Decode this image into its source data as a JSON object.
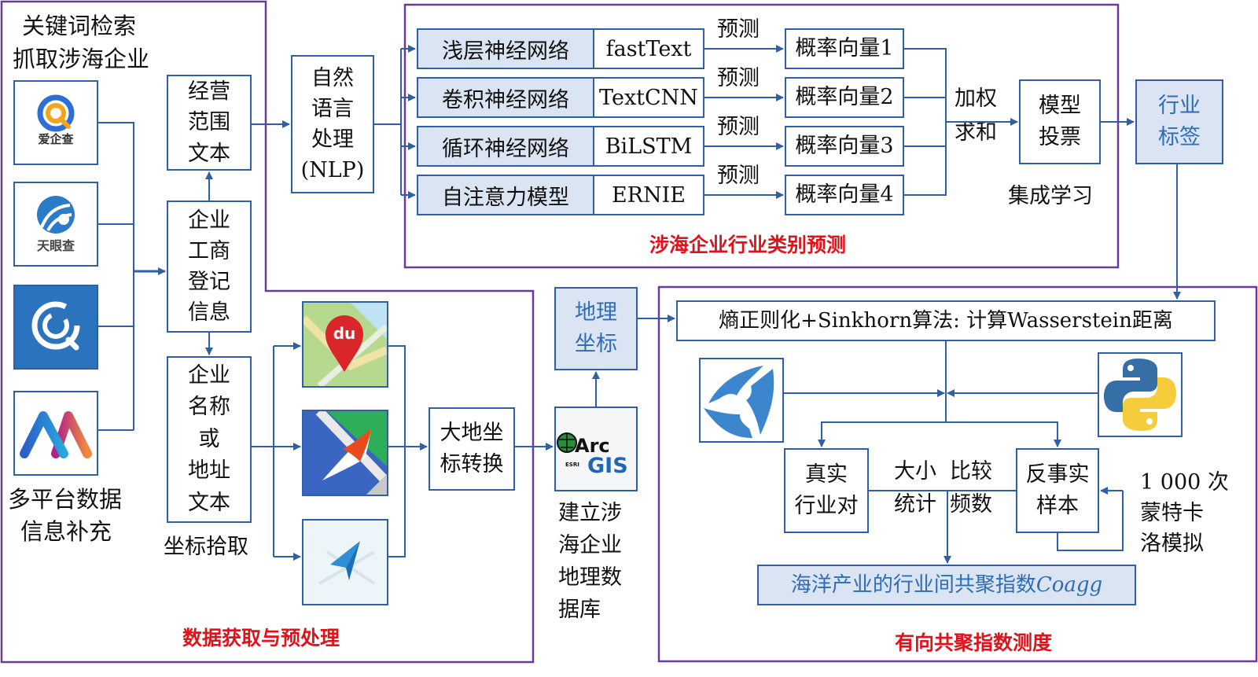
{
  "panels": {
    "data_acquisition": {
      "title": "数据获取与预处理",
      "keyword_search_line1": "关键词检索",
      "keyword_search_line2": "抓取涉海企业",
      "multi_platform_line1": "多平台数据",
      "multi_platform_line2": "信息补充",
      "platforms": [
        {
          "name": "爱企查",
          "icon": "aiqicha-logo-icon"
        },
        {
          "name": "天眼查",
          "icon": "tianyancha-logo-icon"
        },
        {
          "name": "",
          "icon": "qichacha-logo-icon"
        },
        {
          "name": "",
          "icon": "m-platform-logo-icon"
        }
      ],
      "business_scope_text": "经营\n范围\n文本",
      "registration_info": "企业\n工商\n登记\n信息",
      "name_or_address_text": "企业\n名称\n或\n地址\n文本",
      "coordinate_pick_label": "坐标拾取",
      "map_services": [
        {
          "icon": "baidu-map-icon",
          "badge": "du"
        },
        {
          "icon": "amap-navigation-icon"
        },
        {
          "icon": "tencent-map-plane-icon"
        }
      ],
      "geodetic_conversion": "大地坐\n标转换"
    },
    "industry_prediction": {
      "title": "涉海企业行业类别预测",
      "nlp_box": "自然\n语言\n处理\n(NLP)",
      "models": [
        {
          "type": "浅层神经网络",
          "name": "fastText",
          "arrow_label": "预测",
          "output": "概率向量1"
        },
        {
          "type": "卷积神经网络",
          "name": "TextCNN",
          "arrow_label": "预测",
          "output": "概率向量2"
        },
        {
          "type": "循环神经网络",
          "name": "BiLSTM",
          "arrow_label": "预测",
          "output": "概率向量3"
        },
        {
          "type": "自注意力模型",
          "name": "ERNIE",
          "arrow_label": "预测",
          "output": "概率向量4"
        }
      ],
      "weighted_sum_label": "加权\n求和",
      "model_vote": "模型\n投票",
      "ensemble_label": "集成学习"
    },
    "industry_label": "行业\n标签",
    "geo": {
      "geo_coordinates": "地理\n坐标",
      "arcgis_top": "Arc",
      "arcgis_bottom": "GIS",
      "arcgis_esri": "ESRI",
      "database_label": "建立涉\n海企业\n地理数\n据库"
    },
    "coagglomeration": {
      "title": "有向共聚指数测度",
      "sinkhorn_box": "熵正则化+Sinkhorn算法: 计算Wasserstein距离",
      "real_pairs": "真实\n行业对",
      "compare_label_1": "大小",
      "compare_label_2": "比较",
      "count_label_1": "统计",
      "count_label_2": "频数",
      "counterfactual": "反事实\n样本",
      "monte_carlo": "1 000 次\n蒙特卡\n洛模拟",
      "result_prefix": "海洋产业的行业间共聚指数",
      "result_symbol": "Coagg"
    }
  },
  "colors": {
    "panel_border": "#6a3a9c",
    "box_border": "#2e5fa8",
    "box_fill": "#dbe4f2",
    "accent_text": "#2e6db5",
    "title_red": "#e0121a"
  }
}
